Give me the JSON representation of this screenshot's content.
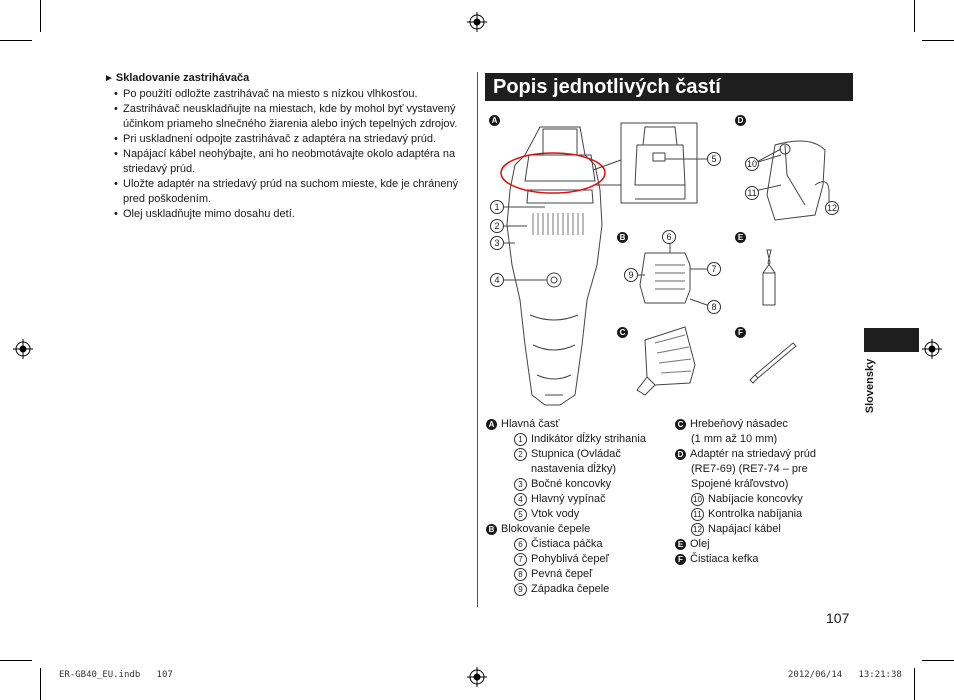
{
  "storage": {
    "heading": "Skladovanie zastrihávača",
    "bullets": [
      "Po použití odložte zastrihávač na miesto s nízkou vlhkosťou.",
      "Zastrihávač neuskladňujte na miestach, kde by mohol byť vystavený účinkom priameho slnečného žiarenia alebo iných tepelných zdrojov.",
      "Pri uskladnení odpojte zastrihávač z adaptéra na striedavý prúd.",
      "Napájací kábel neohýbajte, ani ho neobmotávajte okolo adaptéra na striedavý prúd.",
      "Uložte adaptér na striedavý prúd na suchom mieste, kde je chránený pred poškodením.",
      "Olej uskladňujte mimo dosahu detí."
    ]
  },
  "parts": {
    "title": "Popis jednotlivých častí",
    "figure_badges": [
      "A",
      "B",
      "C",
      "D",
      "E",
      "F"
    ],
    "callout_numbers": [
      "1",
      "2",
      "3",
      "4",
      "5",
      "6",
      "7",
      "8",
      "9",
      "10",
      "11",
      "12"
    ]
  },
  "legend": {
    "A": {
      "badge": "A",
      "label": "Hlavná časť",
      "items": [
        {
          "n": "1",
          "t": "Indikátor dĺžky strihania"
        },
        {
          "n": "2",
          "t": "Stupnica (Ovládač"
        },
        {
          "n": "",
          "t": "nastavenia dĺžky)"
        },
        {
          "n": "3",
          "t": "Bočné koncovky"
        },
        {
          "n": "4",
          "t": "Hlavný vypínač"
        },
        {
          "n": "5",
          "t": "Vtok vody"
        }
      ]
    },
    "B": {
      "badge": "B",
      "label": "Blokovanie čepele",
      "items": [
        {
          "n": "6",
          "t": "Čistiaca páčka"
        },
        {
          "n": "7",
          "t": "Pohyblivá čepeľ"
        },
        {
          "n": "8",
          "t": "Pevná čepeľ"
        },
        {
          "n": "9",
          "t": "Západka čepele"
        }
      ]
    },
    "C": {
      "badge": "C",
      "label": "Hrebeňový násadec",
      "cont": "(1 mm až 10 mm)"
    },
    "D": {
      "badge": "D",
      "label": "Adaptér na striedavý prúd",
      "cont": [
        "(RE7-69) (RE7-74 – pre",
        "Spojené kráľovstvo)"
      ],
      "items": [
        {
          "n": "10",
          "t": "Nabíjacie koncovky"
        },
        {
          "n": "11",
          "t": "Kontrolka nabíjania"
        },
        {
          "n": "12",
          "t": "Napájací kábel"
        }
      ]
    },
    "E": {
      "badge": "E",
      "label": "Olej"
    },
    "F": {
      "badge": "F",
      "label": "Čistiaca kefka"
    }
  },
  "side_label": "Slovensky",
  "page_number": "107",
  "footer": {
    "left": "ER-GB40_EU.indb   107",
    "right": "2012/06/14   13:21:38"
  }
}
